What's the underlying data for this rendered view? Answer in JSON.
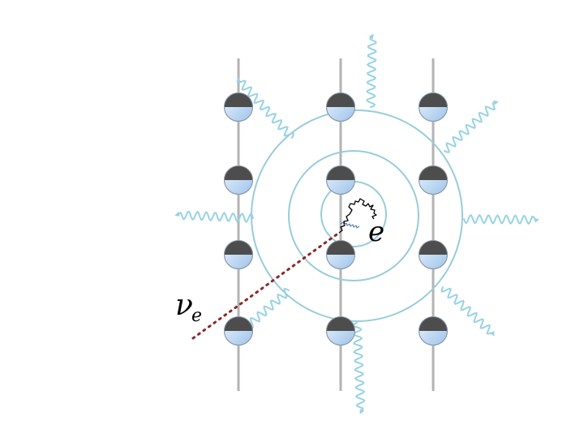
{
  "labels": {
    "electron": "e",
    "neutrino_symbol": "ν",
    "neutrino_subscript": "e"
  },
  "colors": {
    "rod": "#b3b3b3",
    "ring": "#98ccda",
    "wave": "#98d2e4",
    "atom_top": "#4d4d4d",
    "atom_bottom": "#c6dcf3",
    "track": "#8b2a2a"
  }
}
